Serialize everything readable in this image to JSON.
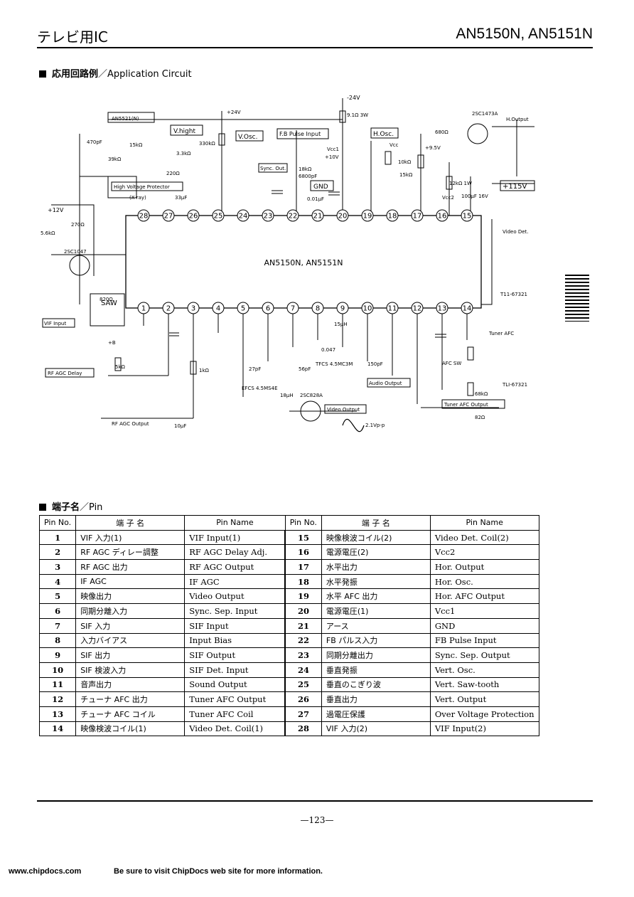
{
  "header": {
    "left": "テレビ用IC",
    "right": "AN5150N, AN5151N"
  },
  "circuit_section": {
    "title_jp": "応用回路例",
    "title_en": "／Application Circuit"
  },
  "circuit": {
    "ic_label": "AN5150N, AN5151N",
    "top_pins": [
      "28",
      "27",
      "26",
      "25",
      "24",
      "23",
      "22",
      "21",
      "20",
      "19",
      "18",
      "17",
      "16",
      "15"
    ],
    "bottom_pins": [
      "1",
      "2",
      "3",
      "4",
      "5",
      "6",
      "7",
      "8",
      "9",
      "10",
      "11",
      "12",
      "13",
      "14"
    ],
    "supply_24v": "-24V",
    "supply_115v": "+115V",
    "supply_12v": "+12V",
    "labels": {
      "v_hight": "V.hight",
      "v_osc": "V.Osc.",
      "fb_pulse": "F.B Pulse Input",
      "h_osc": "H.Osc.",
      "gnd": "GND",
      "sync_out": "Sync. Out.",
      "hv_protector": "High Voltage Protector",
      "x_ray": "(X-ray)",
      "vif_input": "VIF Input",
      "rf_agc_delay": "RF AGC Delay",
      "rf_agc_output": "RF AGC Output",
      "saw": "SAW",
      "video_det": "Video Det.",
      "tuner_afc": "Tuner AFC",
      "tuner_afc_output": "Tuner AFC Output",
      "audio_output": "Audio Output",
      "video_output": "Video Output",
      "h_output": "H.Output",
      "afc_sw": "AFC SW",
      "vpp": "2.1Vp-p",
      "tr1": "2SC828A",
      "tr2": "2SC1473A",
      "tr3": "2SC1047",
      "ic2": "AN5521(N)",
      "vcc2": "Vcc2",
      "vcc1": "Vcc1",
      "plus10v": "+10V",
      "plus9v": "+9.5V",
      "plus24v": "+24V",
      "tli": "TLI-67321",
      "tfcs": "TFCS 4.5MC3M",
      "efcs": "EFCS 4.5MS4E",
      "r_9_1": "9.1Ω 3W",
      "r_330k": "330kΩ",
      "c_6800p": "6800pF",
      "r_18k": "18kΩ",
      "r_10k": "10kΩ",
      "r_15k": "15kΩ",
      "r_680": "680Ω",
      "r_12k": "12kΩ 1W",
      "c_100u": "100μF 16V",
      "c_33u": "33μF",
      "r_1k": "1kΩ",
      "r_5k": "5kΩ",
      "c_10u": "10μF",
      "c_150p": "150pF",
      "r_82": "82Ω",
      "r_68k": "68kΩ",
      "r_220": "220Ω",
      "r_3_3k": "3.3kΩ",
      "c_001": "0.01μF",
      "c_047": "0.047",
      "c_27p": "27pF",
      "c_56p": "56pF",
      "l_18u": "18μH",
      "r_270": "270Ω",
      "r_5_6k": "5.6kΩ",
      "c_470": "470pF",
      "r_39k": "39kΩ",
      "r_820": "820Ω",
      "r_15k2": "15kΩ",
      "l_15u": "15μH",
      "t1": "T11-67321",
      "vcc": "Vcc",
      "plus_b": "+B"
    }
  },
  "pin_section": {
    "title_jp": "端子名",
    "title_en": "／Pin"
  },
  "pin_table": {
    "headers": {
      "pin_no": "Pin No.",
      "jp": "端 子 名",
      "en": "Pin Name",
      "jp2": "端 子 名"
    },
    "left": [
      {
        "no": "1",
        "jp": "VIF 入力(1)",
        "en": "VIF Input(1)"
      },
      {
        "no": "2",
        "jp": "RF AGC ディレー調整",
        "en": "RF AGC Delay Adj."
      },
      {
        "no": "3",
        "jp": "RF AGC 出力",
        "en": "RF AGC Output"
      },
      {
        "no": "4",
        "jp": "IF AGC",
        "en": "IF AGC"
      },
      {
        "no": "5",
        "jp": "映像出力",
        "en": "Video Output"
      },
      {
        "no": "6",
        "jp": "同期分離入力",
        "en": "Sync. Sep. Input"
      },
      {
        "no": "7",
        "jp": "SIF 入力",
        "en": "SIF Input"
      },
      {
        "no": "8",
        "jp": "入力バイアス",
        "en": "Input Bias"
      },
      {
        "no": "9",
        "jp": "SIF 出力",
        "en": "SIF Output"
      },
      {
        "no": "10",
        "jp": "SIF 検波入力",
        "en": "SIF Det. Input"
      },
      {
        "no": "11",
        "jp": "音声出力",
        "en": "Sound Output"
      },
      {
        "no": "12",
        "jp": "チューナ AFC 出力",
        "en": "Tuner AFC Output"
      },
      {
        "no": "13",
        "jp": "チューナ AFC コイル",
        "en": "Tuner AFC Coil"
      },
      {
        "no": "14",
        "jp": "映像検波コイル(1)",
        "en": "Video Det. Coil(1)"
      }
    ],
    "right": [
      {
        "no": "15",
        "jp": "映像検波コイル(2)",
        "en": "Video Det. Coil(2)"
      },
      {
        "no": "16",
        "jp": "電源電圧(2)",
        "en": "Vcc2"
      },
      {
        "no": "17",
        "jp": "水平出力",
        "en": "Hor. Output"
      },
      {
        "no": "18",
        "jp": "水平発振",
        "en": "Hor. Osc."
      },
      {
        "no": "19",
        "jp": "水平 AFC 出力",
        "en": "Hor. AFC Output"
      },
      {
        "no": "20",
        "jp": "電源電圧(1)",
        "en": "Vcc1"
      },
      {
        "no": "21",
        "jp": "アース",
        "en": "GND"
      },
      {
        "no": "22",
        "jp": "FB パルス入力",
        "en": "FB Pulse Input"
      },
      {
        "no": "23",
        "jp": "同期分離出力",
        "en": "Sync. Sep. Output"
      },
      {
        "no": "24",
        "jp": "垂直発振",
        "en": "Vert. Osc."
      },
      {
        "no": "25",
        "jp": "垂直のこぎり波",
        "en": "Vert. Saw-tooth"
      },
      {
        "no": "26",
        "jp": "垂直出力",
        "en": "Vert. Output"
      },
      {
        "no": "27",
        "jp": "過電圧保護",
        "en": "Over Voltage Protection"
      },
      {
        "no": "28",
        "jp": "VIF 入力(2)",
        "en": "VIF Input(2)"
      }
    ]
  },
  "footer": {
    "page_number": "—123—",
    "site": "www.chipdocs.com",
    "note": "Be sure to visit ChipDocs web site for more information."
  }
}
